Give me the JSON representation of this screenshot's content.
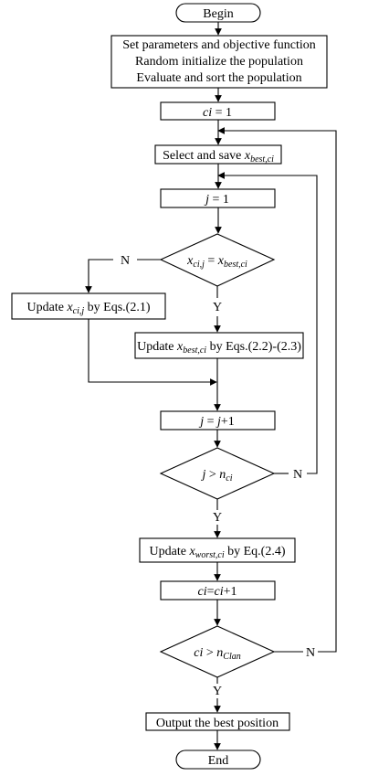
{
  "flow": {
    "begin": "Begin",
    "init": {
      "line1": "Set parameters and objective function",
      "line2": "Random initialize the population",
      "line3": "Evaluate and sort the population"
    },
    "ci_init": {
      "var": "ci",
      "rest": " = 1"
    },
    "select": {
      "prefix": "Select and save ",
      "var": "x",
      "sub": "best,ci"
    },
    "j_init": {
      "var": "j",
      "rest": " = 1"
    },
    "decision1": {
      "lhs": "x",
      "lhs_sub": "ci,j",
      "op": " = ",
      "rhs": "x",
      "rhs_sub": "best,ci"
    },
    "update_cij": {
      "prefix": "Update ",
      "var": "x",
      "sub": "ci,j",
      "suffix": "  by Eqs.(2.1)"
    },
    "update_best": {
      "prefix": "Update ",
      "var": "x",
      "sub": "best,ci",
      "suffix": " by Eqs.(2.2)-(2.3)"
    },
    "j_inc": {
      "var1": "j",
      "mid": " = ",
      "var2": "j",
      "rest": "+1"
    },
    "decision2": {
      "var": "j",
      "op": " > ",
      "rhs": "n",
      "rhs_sub": "ci"
    },
    "update_worst": {
      "prefix": "Update ",
      "var": "x",
      "sub": "worst,ci",
      "suffix": " by Eq.(2.4)"
    },
    "ci_inc": {
      "var1": "ci",
      "mid": "=",
      "var2": "ci",
      "rest": "+1"
    },
    "decision3": {
      "var": "ci",
      "op": " > ",
      "rhs": "n",
      "rhs_sub": "Clan"
    },
    "output": "Output the best position",
    "end": "End",
    "labels": {
      "n": "N",
      "y": "Y"
    }
  }
}
